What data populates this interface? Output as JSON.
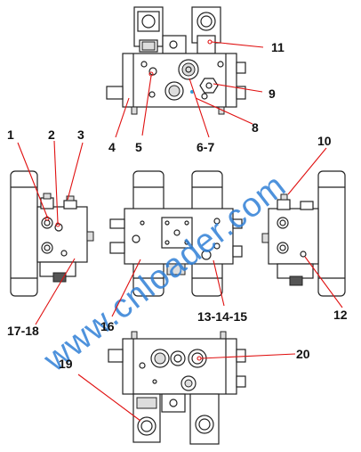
{
  "diagram": {
    "watermark": "www.cnloader.com",
    "callouts": [
      {
        "id": "c1",
        "text": "1"
      },
      {
        "id": "c2",
        "text": "2"
      },
      {
        "id": "c3",
        "text": "3"
      },
      {
        "id": "c4",
        "text": "4"
      },
      {
        "id": "c5",
        "text": "5"
      },
      {
        "id": "c67",
        "text": "6-7"
      },
      {
        "id": "c8",
        "text": "8"
      },
      {
        "id": "c9",
        "text": "9"
      },
      {
        "id": "c10",
        "text": "10"
      },
      {
        "id": "c11",
        "text": "11"
      },
      {
        "id": "c12",
        "text": "12"
      },
      {
        "id": "c131415",
        "text": "13-14-15"
      },
      {
        "id": "c16",
        "text": "16"
      },
      {
        "id": "c1718",
        "text": "17-18"
      },
      {
        "id": "c19",
        "text": "19"
      },
      {
        "id": "c20",
        "text": "20"
      }
    ]
  }
}
